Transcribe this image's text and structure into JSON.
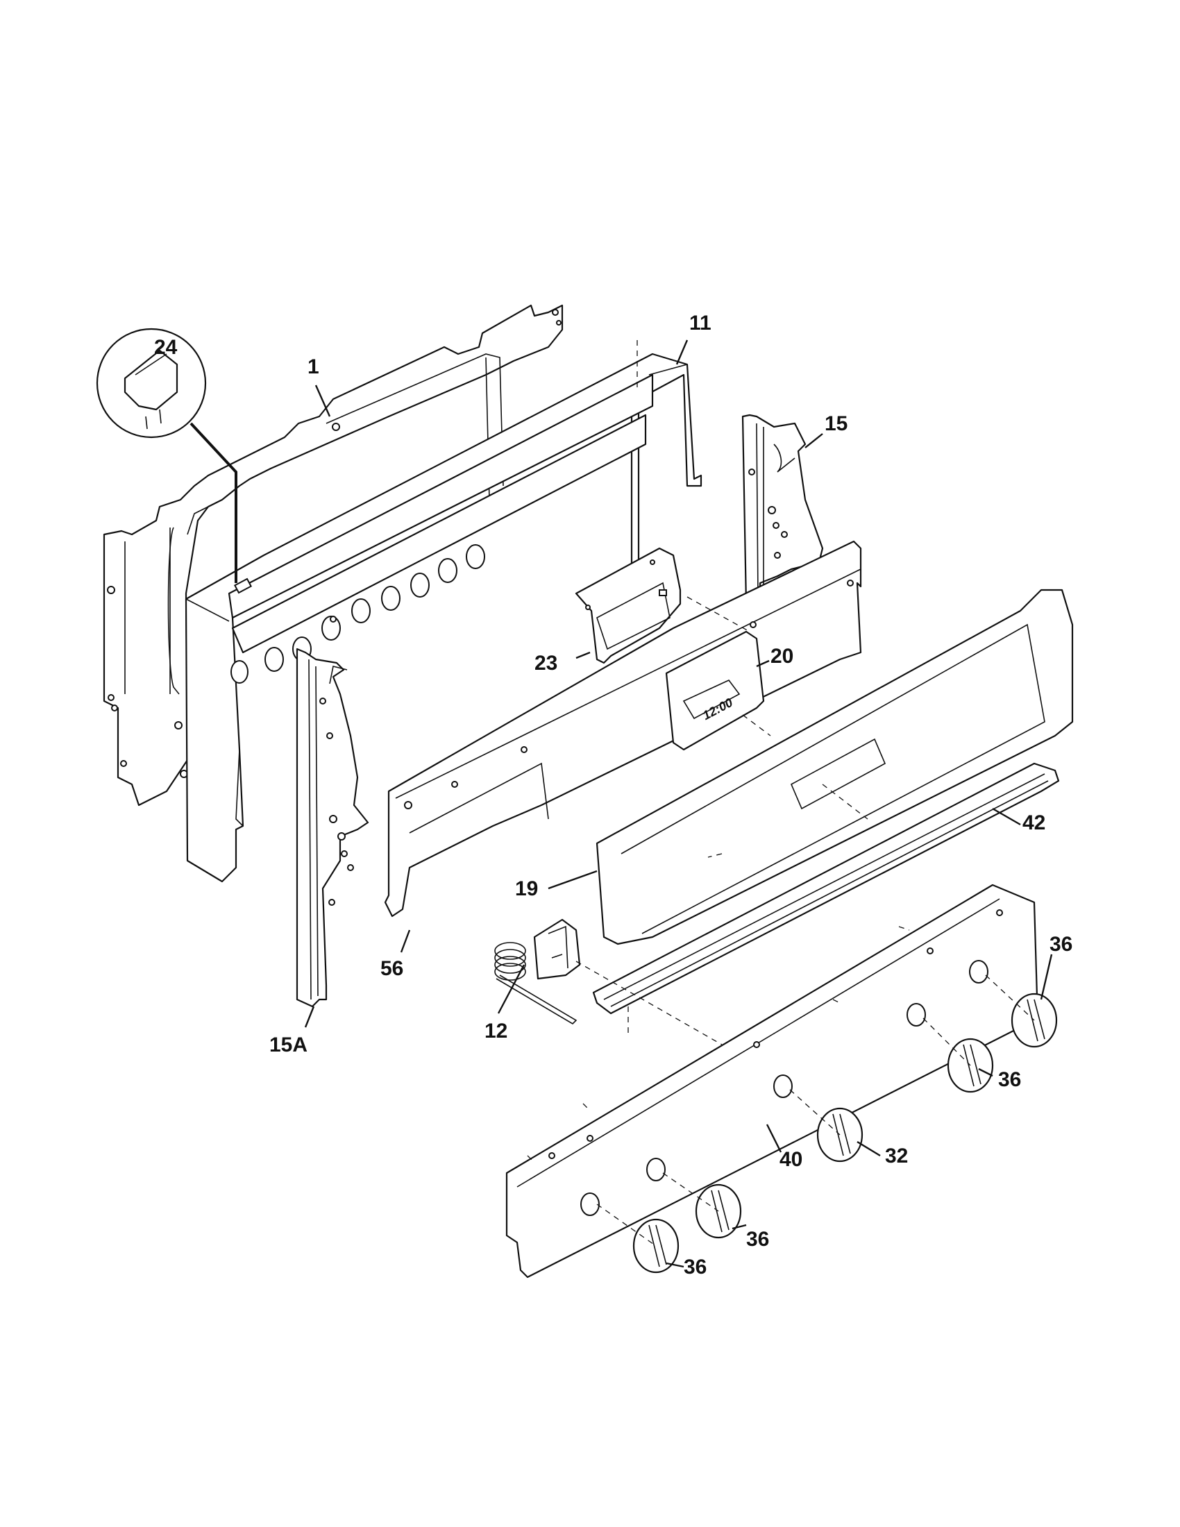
{
  "diagram": {
    "callouts": [
      {
        "id": "c24",
        "text": "24"
      },
      {
        "id": "c1",
        "text": "1"
      },
      {
        "id": "c11",
        "text": "11"
      },
      {
        "id": "c15",
        "text": "15"
      },
      {
        "id": "c23",
        "text": "23"
      },
      {
        "id": "c20",
        "text": "20"
      },
      {
        "id": "c42",
        "text": "42"
      },
      {
        "id": "c19",
        "text": "19"
      },
      {
        "id": "c56",
        "text": "56"
      },
      {
        "id": "c15A",
        "text": "15A"
      },
      {
        "id": "c12",
        "text": "12"
      },
      {
        "id": "c36a",
        "text": "36"
      },
      {
        "id": "c36b",
        "text": "36"
      },
      {
        "id": "c36c",
        "text": "36"
      },
      {
        "id": "c36d",
        "text": "36"
      },
      {
        "id": "c32",
        "text": "32"
      },
      {
        "id": "c40",
        "text": "40"
      }
    ],
    "clock_display": "12:00"
  }
}
